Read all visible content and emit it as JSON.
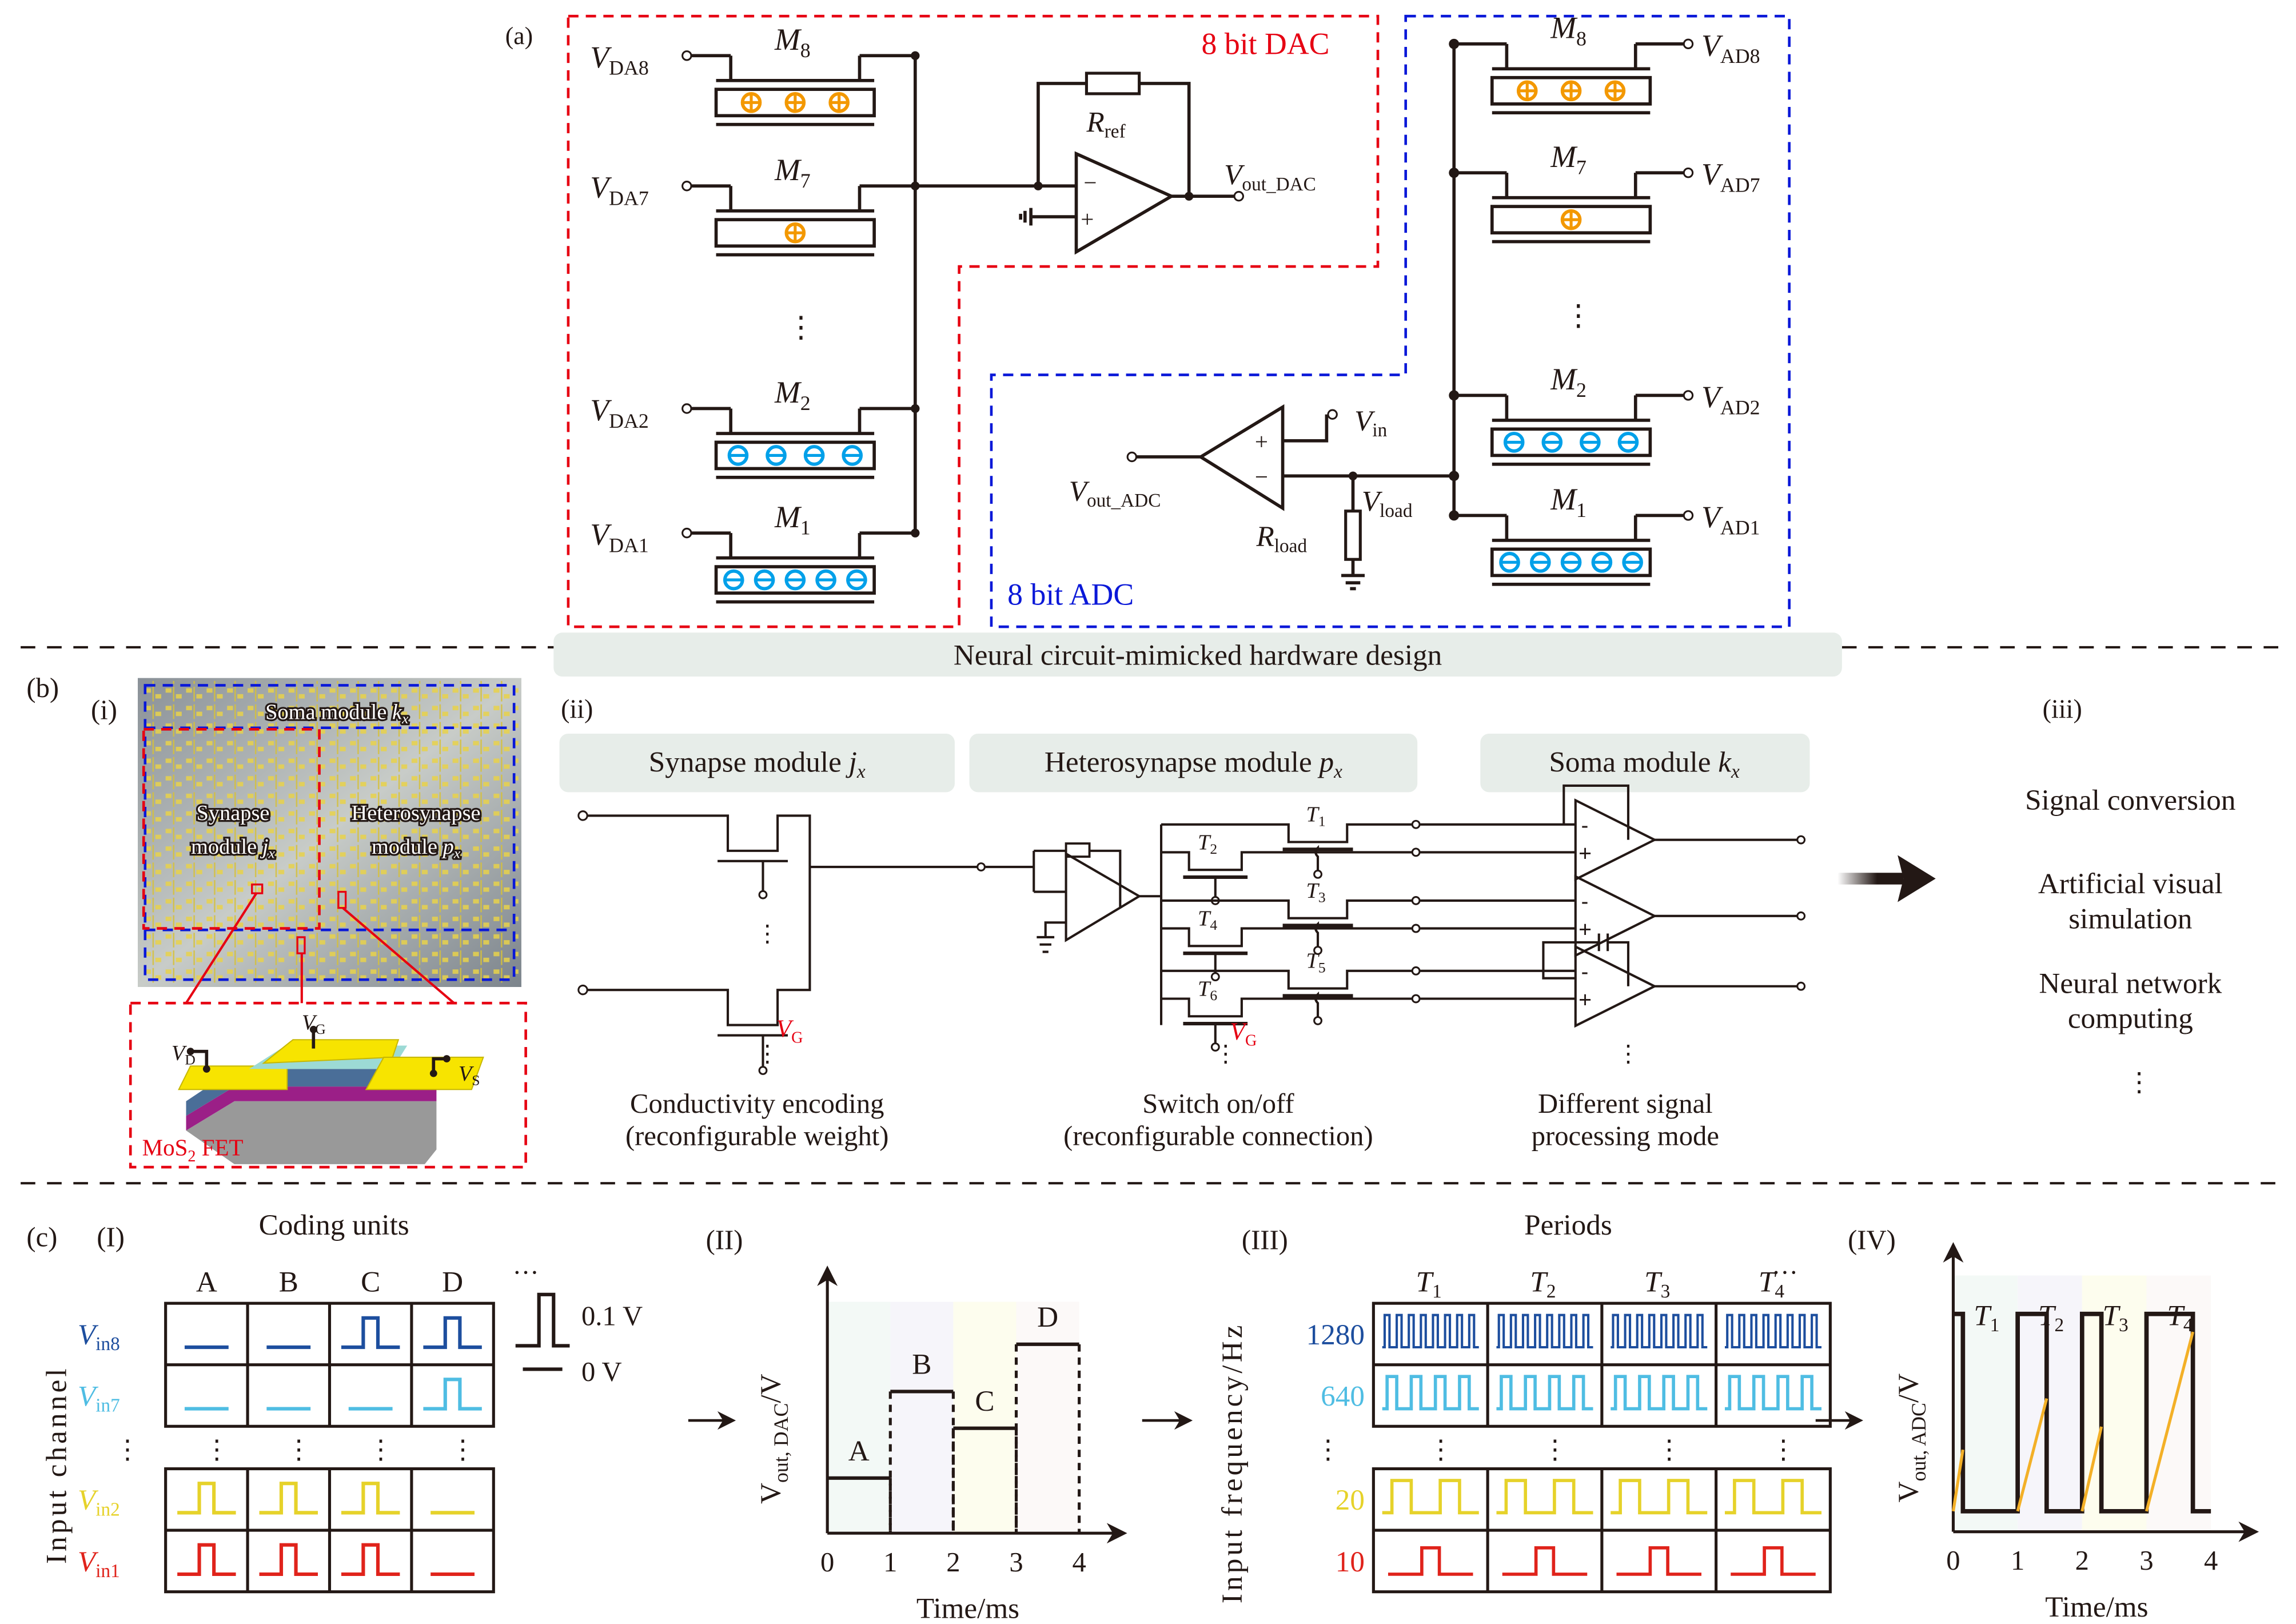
{
  "panel_a": {
    "label": "(a)",
    "dac_title": "8 bit DAC",
    "adc_title": "8 bit ADC",
    "dac_colors": {
      "box": "#e60012"
    },
    "adc_colors": {
      "box": "#0a18d8"
    },
    "dac_rows": [
      {
        "input_base": "V",
        "input_sub": "DA8",
        "mem_base": "M",
        "mem_sub": "8",
        "charge": "positive",
        "count": 3
      },
      {
        "input_base": "V",
        "input_sub": "DA7",
        "mem_base": "M",
        "mem_sub": "7",
        "charge": "positive",
        "count": 1
      },
      {
        "input_base": "V",
        "input_sub": "DA2",
        "mem_base": "M",
        "mem_sub": "2",
        "charge": "negative",
        "count": 4
      },
      {
        "input_base": "V",
        "input_sub": "DA1",
        "mem_base": "M",
        "mem_sub": "1",
        "charge": "negative",
        "count": 5
      }
    ],
    "adc_rows": [
      {
        "output_base": "V",
        "output_sub": "AD8",
        "mem_base": "M",
        "mem_sub": "8",
        "charge": "positive",
        "count": 3
      },
      {
        "output_base": "V",
        "output_sub": "AD7",
        "mem_base": "M",
        "mem_sub": "7",
        "charge": "positive",
        "count": 1
      },
      {
        "output_base": "V",
        "output_sub": "AD2",
        "mem_base": "M",
        "mem_sub": "2",
        "charge": "negative",
        "count": 4
      },
      {
        "output_base": "V",
        "output_sub": "AD1",
        "mem_base": "M",
        "mem_sub": "1",
        "charge": "negative",
        "count": 5
      }
    ],
    "rref": {
      "base": "R",
      "sub": "ref"
    },
    "vout_dac": {
      "base": "V",
      "sub": "out_DAC"
    },
    "vin": {
      "base": "V",
      "sub": "in"
    },
    "vload": {
      "base": "V",
      "sub": "load"
    },
    "rload": {
      "base": "R",
      "sub": "load"
    },
    "vout_adc": {
      "base": "V",
      "sub": "out_ADC"
    },
    "opamp_minus": "−",
    "opamp_plus": "+",
    "ellipsis": "⋮",
    "charge_colors": {
      "positive": "#f39800",
      "negative": "#00a0e9"
    }
  },
  "banner": "Neural circuit-mimicked hardware design",
  "panel_b": {
    "label": "(b)",
    "i": {
      "label": "(i)",
      "soma": "Soma module",
      "soma_var": "k",
      "synapse_l1": "Synapse",
      "synapse_l2": "module",
      "synapse_var": "j",
      "hetero_l1": "Heterosynapse",
      "hetero_l2": "module",
      "hetero_var": "p",
      "var_sub": "x",
      "fet_label": "MoS",
      "fet_sub": "2",
      "fet_suffix": " FET",
      "vd": {
        "base": "V",
        "sub": "D"
      },
      "vg": {
        "base": "V",
        "sub": "G"
      },
      "vs": {
        "base": "V",
        "sub": "S"
      }
    },
    "ii": {
      "label": "(ii)",
      "synapse_title": "Synapse module ",
      "synapse_var": "j",
      "hetero_title": "Heterosynapse module ",
      "hetero_var": "p",
      "soma_title": "Soma module ",
      "soma_var": "k",
      "var_sub": "x",
      "vg": {
        "base": "V",
        "sub": "G"
      },
      "transistors": [
        "1",
        "2",
        "3",
        "4",
        "5",
        "6"
      ],
      "transistor_base": "T",
      "caption_synapse": [
        "Conductivity encoding",
        "(reconfigurable weight)"
      ],
      "caption_hetero": [
        "Switch on/off",
        "(reconfigurable connection)"
      ],
      "caption_soma": [
        "Different signal",
        "processing mode"
      ],
      "opamp_minus": "-",
      "opamp_plus": "+"
    },
    "iii": {
      "label": "(iii)",
      "items": [
        [
          "Signal conversion"
        ],
        [
          "Artificial visual",
          "simulation"
        ],
        [
          "Neural network",
          "computing"
        ]
      ],
      "ellipsis": "⋮"
    }
  },
  "panel_c": {
    "label": "(c)",
    "I": {
      "label": "(I)",
      "title": "Coding units",
      "ylabel": "Input channel",
      "columns": [
        "A",
        "B",
        "C",
        "D"
      ],
      "more": "···",
      "rows": [
        {
          "base": "V",
          "sub": "in8",
          "color": "#1d4e9e",
          "pulses": [
            0,
            0,
            1,
            1
          ]
        },
        {
          "base": "V",
          "sub": "in7",
          "color": "#4fbde3",
          "pulses": [
            0,
            0,
            0,
            1
          ]
        },
        {
          "base": "V",
          "sub": "in2",
          "color": "#e6d22a",
          "pulses": [
            1,
            1,
            1,
            0
          ]
        },
        {
          "base": "V",
          "sub": "in1",
          "color": "#e0231b",
          "pulses": [
            1,
            1,
            1,
            0
          ]
        }
      ],
      "legend_high": "0.1 V",
      "legend_low": "0 V"
    },
    "II": {
      "label": "(II)"
    },
    "III": {
      "label": "(III)",
      "title": "Periods",
      "ylabel": "Input frequency/Hz",
      "periods": [
        "1",
        "2",
        "3",
        "4"
      ],
      "period_base": "T",
      "more": "···",
      "rows": [
        {
          "freq": "1280",
          "color": "#1d4e9e",
          "cycles": 8
        },
        {
          "freq": "640",
          "color": "#4fbde3",
          "cycles": 4
        },
        {
          "freq": "20",
          "color": "#e6d22a",
          "cycles": 2
        },
        {
          "freq": "10",
          "color": "#e0231b",
          "cycles": 1
        }
      ]
    },
    "IV": {
      "label": "(IV)"
    }
  },
  "chart_data": [
    {
      "id": "dac_output",
      "type": "line",
      "title": "",
      "xlabel": "Time/ms",
      "ylabel_base": "V",
      "ylabel_sub": "out, DAC",
      "ylabel_suffix": "/V",
      "x_ticks": [
        "0",
        "1",
        "2",
        "3",
        "4"
      ],
      "xlim": [
        0,
        4
      ],
      "ylim": [
        0,
        1
      ],
      "segments": [
        {
          "label": "A",
          "x0": 0,
          "x1": 1,
          "y": 0.21,
          "bg": "#f3f9f6"
        },
        {
          "label": "B",
          "x0": 1,
          "x1": 2,
          "y": 0.54,
          "bg": "#f6f5fa"
        },
        {
          "label": "C",
          "x0": 2,
          "x1": 3,
          "y": 0.4,
          "bg": "#fdfdee"
        },
        {
          "label": "D",
          "x0": 3,
          "x1": 4,
          "y": 0.72,
          "bg": "#fcf9f8"
        }
      ]
    },
    {
      "id": "adc_output",
      "type": "line",
      "title": "",
      "xlabel": "Time/ms",
      "ylabel_base": "V",
      "ylabel_sub": "out, ADC",
      "ylabel_suffix": "/V",
      "x_ticks": [
        "0",
        "1",
        "2",
        "3",
        "4"
      ],
      "xlim": [
        0,
        4
      ],
      "ylim": [
        0,
        1
      ],
      "high": 0.85,
      "low": 0.08,
      "periods": [
        {
          "label_base": "T",
          "label_sub": "1",
          "x0": 0,
          "x1": 1,
          "bg": "#f3f9f6",
          "high_until": 0.15,
          "ramp_top": 0.22
        },
        {
          "label_base": "T",
          "label_sub": "2",
          "x0": 1,
          "x1": 2,
          "bg": "#f6f5fa",
          "high_until": 0.45,
          "ramp_top": 0.42
        },
        {
          "label_base": "T",
          "label_sub": "3",
          "x0": 2,
          "x1": 3,
          "bg": "#fdfdee",
          "high_until": 0.3,
          "ramp_top": 0.31
        },
        {
          "label_base": "T",
          "label_sub": "4",
          "x0": 3,
          "x1": 4,
          "bg": "#fcf9f8",
          "high_until": 0.72,
          "ramp_top": 0.68
        }
      ],
      "ramp_color": "#f3b027"
    }
  ]
}
